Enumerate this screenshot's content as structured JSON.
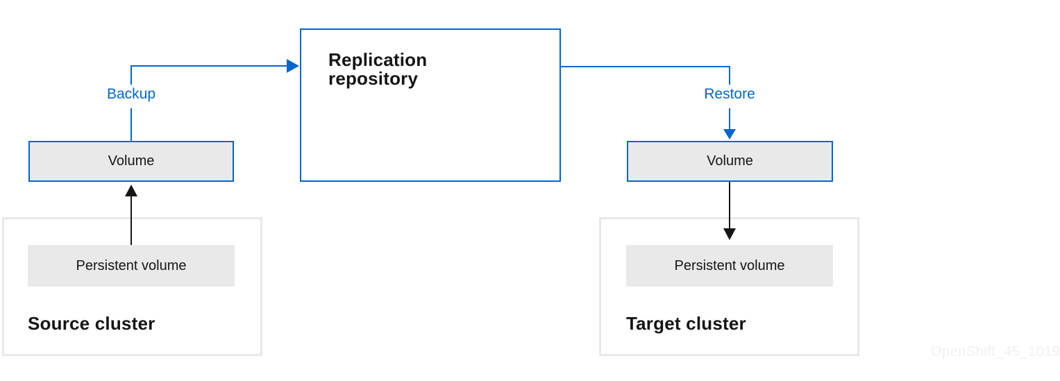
{
  "colors": {
    "blue": "#0066CC",
    "dark": "#151515",
    "box_fill": "#E9E9E9",
    "container_border": "#E8E8E8",
    "container_fill": "#FFFFFF",
    "watermark": "#F1F1F1"
  },
  "diagram": {
    "repository_label": "Replication repository",
    "backup_label": "Backup",
    "restore_label": "Restore",
    "source": {
      "volume_label": "Volume",
      "persistent_volume_label": "Persistent volume",
      "cluster_label": "Source cluster"
    },
    "target": {
      "volume_label": "Volume",
      "persistent_volume_label": "Persistent volume",
      "cluster_label": "Target cluster"
    },
    "watermark": "OpenShift_45_1019"
  }
}
